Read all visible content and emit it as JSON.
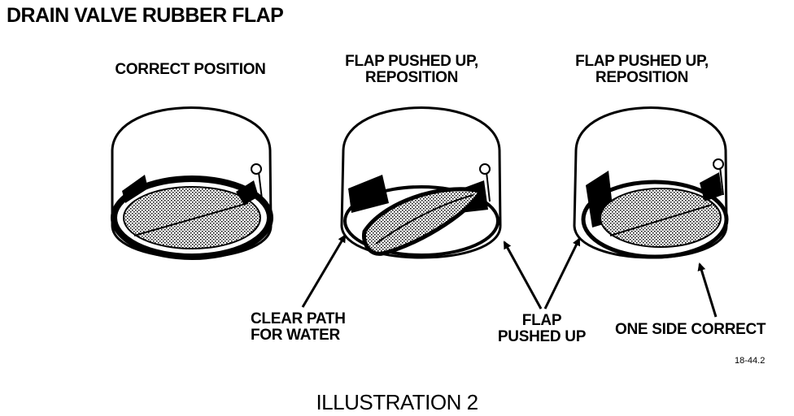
{
  "title": "DRAIN VALVE RUBBER FLAP",
  "panels": [
    {
      "caption": [
        "CORRECT POSITION"
      ]
    },
    {
      "caption": [
        "FLAP PUSHED UP,",
        "REPOSITION"
      ]
    },
    {
      "caption": [
        "FLAP PUSHED UP,",
        "REPOSITION"
      ]
    }
  ],
  "callouts": {
    "clear_path": [
      "CLEAR PATH",
      "FOR WATER"
    ],
    "flap_pushed_up": [
      "FLAP",
      "PUSHED UP"
    ],
    "one_side_correct": "ONE SIDE CORRECT"
  },
  "figure_ref": "18-44.2",
  "illustration_label": "ILLUSTRATION 2"
}
